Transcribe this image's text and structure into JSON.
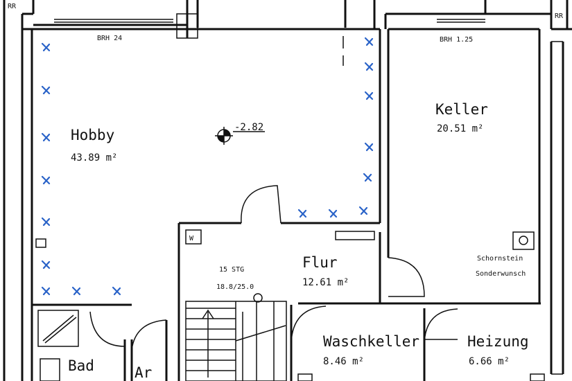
{
  "labels": {
    "rr_left": "RR",
    "rr_right": "RR",
    "brh_left": "BRH 24",
    "brh_right": "BRH 1.25",
    "elevation": "-2.82",
    "wall_w": "W",
    "stairs_steps": "15 STG",
    "stairs_dims": "18.8/25.0",
    "chimney_line1": "Schornstein",
    "chimney_line2": "Sonderwunsch"
  },
  "rooms": {
    "hobby": {
      "name": "Hobby",
      "area": "43.89 m²"
    },
    "keller": {
      "name": "Keller",
      "area": "20.51 m²"
    },
    "flur": {
      "name": "Flur",
      "area": "12.61 m²"
    },
    "waschkeller": {
      "name": "Waschkeller",
      "area": "8.46 m²"
    },
    "heizung": {
      "name": "Heizung",
      "area": "6.66 m²"
    },
    "bad": {
      "name": "Bad"
    },
    "ar": {
      "name": "Ar"
    }
  },
  "colors": {
    "ink": "#111111",
    "marks": "#2a63c8",
    "background": "#ffffff"
  }
}
